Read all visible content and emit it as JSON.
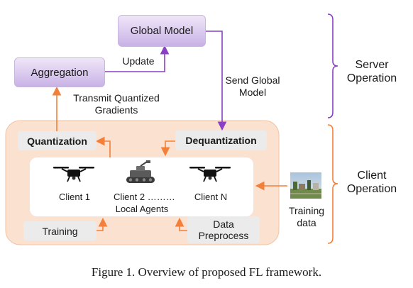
{
  "global_model": "Global Model",
  "aggregation": "Aggregation",
  "update_label": "Update",
  "transmit_label": "Transmit Quantized Gradients",
  "send_label": "Send Global Model",
  "quantization": "Quantization",
  "dequantization": "Dequantization",
  "clients": {
    "client1": "Client 1",
    "client2": "Client 2 ………",
    "clientN": "Client N",
    "local_agents": "Local Agents"
  },
  "training": "Training",
  "data_preprocess": "Data Preprocess",
  "training_data": "Training data",
  "server_operation": "Server Operation",
  "client_operation": "Client Operation",
  "caption": "Figure 1. Overview of proposed FL framework.",
  "colors": {
    "purple_accent": "#8a3fc4",
    "orange_accent": "#f2803a",
    "client_bg": "#fbe1cf"
  },
  "icons": [
    "drone-icon",
    "robot-icon",
    "drone-icon",
    "training-data-image"
  ]
}
